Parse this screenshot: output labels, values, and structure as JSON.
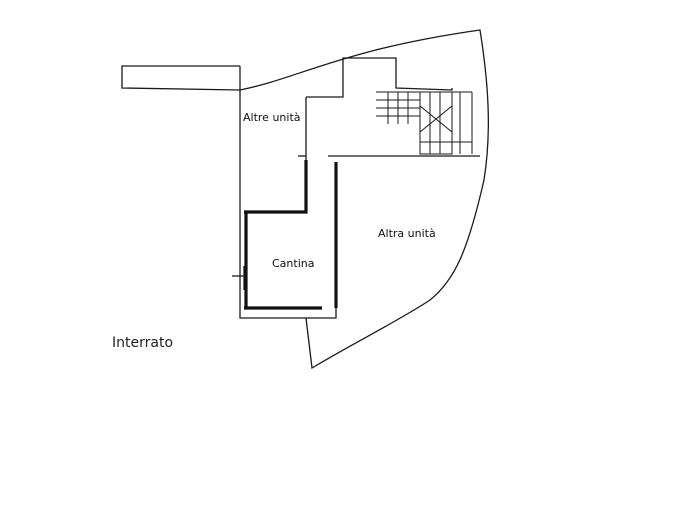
{
  "plan": {
    "floor_label": "Interrato",
    "rooms": {
      "altre_unita": "Altre unità",
      "altra_unita": "Altra unità",
      "cantina": "Cantina"
    }
  }
}
